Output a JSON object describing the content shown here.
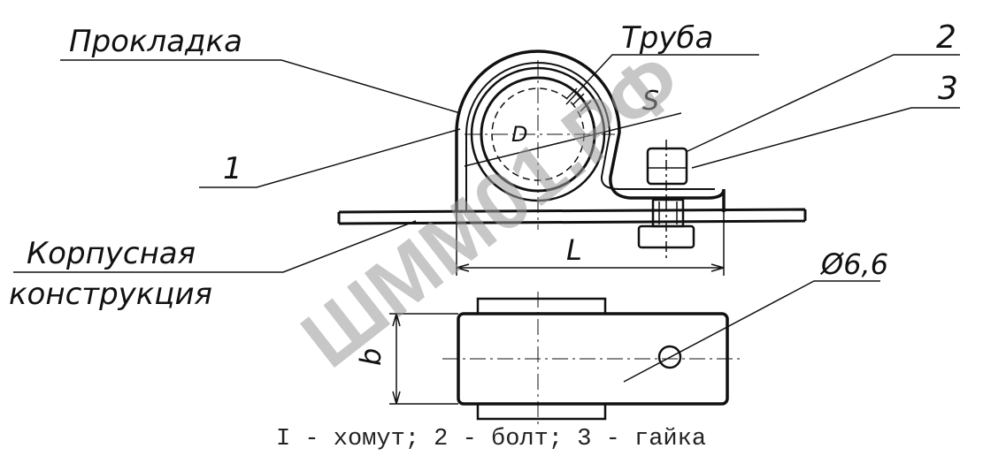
{
  "labels": {
    "gasket": "Прокладка",
    "pipe": "Труба",
    "callout_1": "1",
    "callout_2": "2",
    "callout_3": "3",
    "hull_line1": "Корпусная",
    "hull_line2": "конструкция",
    "diameter": "D",
    "thickness": "S",
    "length": "L",
    "width": "b",
    "hole": "Ø6,6"
  },
  "caption": "I - хомут; 2 - болт; 3 - гайка",
  "watermark": "ШММ01.РФ",
  "colors": {
    "ink": "#111111",
    "watermark": "#9a9a9a"
  }
}
